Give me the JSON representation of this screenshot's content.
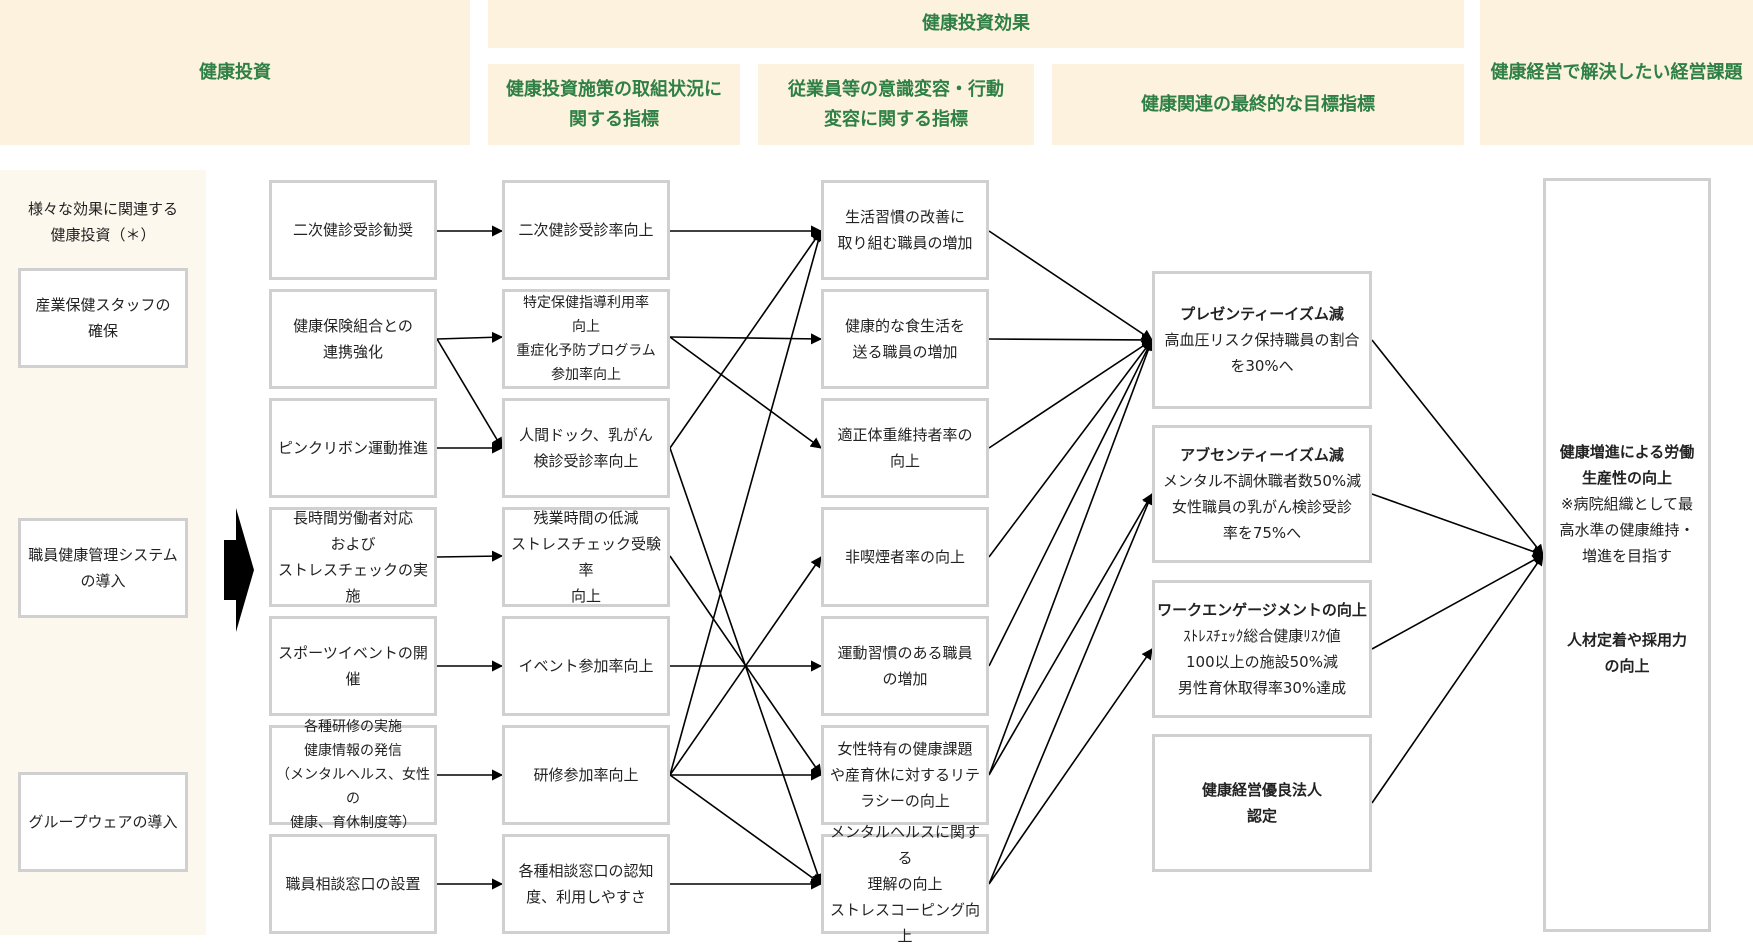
{
  "headers": {
    "investment": "健康投資",
    "effects": "健康投資効果",
    "measures": "健康投資施策の取組状況に\n関する指標",
    "awareness": "従業員等の意識変容・行動\n変容に関する指標",
    "final": "健康関連の最終的な目標指標",
    "issues": "健康経営で解決したい経営課題"
  },
  "left_panel": {
    "caption": "様々な効果に関連する\n健康投資（＊）",
    "items": [
      "産業保健スタッフの\n確保",
      "職員健康管理システム\nの導入",
      "グループウェアの導入"
    ]
  },
  "investments": [
    "二次健診受診勧奨",
    "健康保険組合との\n連携強化",
    "ピンクリボン運動推進",
    "長時間労働者対応\nおよび\nストレスチェックの実施",
    "スポーツイベントの開催",
    "各種研修の実施\n健康情報の発信\n（メンタルヘルス、女性の\n健康、育休制度等）",
    "職員相談窓口の設置"
  ],
  "measures": [
    "二次健診受診率向上",
    "特定保健指導利用率\n向上\n重症化予防プログラム\n参加率向上",
    "人間ドック、乳がん\n検診受診率向上",
    "残業時間の低減\nストレスチェック受験率\n向上",
    "イベント参加率向上",
    "研修参加率向上",
    "各種相談窓口の認知\n度、利用しやすさ"
  ],
  "awareness": [
    "生活習慣の改善に\n取り組む職員の増加",
    "健康的な食生活を\n送る職員の増加",
    "適正体重維持者率の\n向上",
    "非喫煙者率の向上",
    "運動習慣のある職員\nの増加",
    "女性特有の健康課題\nや産育休に対するリテ\nラシーの向上",
    "メンタルヘルスに関する\n理解の向上\nストレスコーピング向上"
  ],
  "final_goals": [
    {
      "title": "プレゼンティーイズム減",
      "body": "高血圧リスク保持職員の割合\nを30%へ"
    },
    {
      "title": "アブセンティーイズム減",
      "body": "メンタル不調休職者数50%減\n女性職員の乳がん検診受診\n率を75%へ"
    },
    {
      "title": "ワークエンゲージメントの向上",
      "body": "ｽﾄﾚｽﾁｪｯｸ総合健康ﾘｽｸ値\n100以上の施設50%減\n男性育休取得率30%達成"
    },
    {
      "title": "健康経営優良法人\n認定",
      "body": ""
    }
  ],
  "issues": {
    "title1": "健康増進による労働\n生産性の向上",
    "note1": "※病院組織として最\n高水準の健康維持・\n増進を目指す",
    "title2": "人材定着や採用力\nの向上"
  },
  "colors": {
    "header_bg": "#fdf2dd",
    "header_text": "#2e8046",
    "panel_bg": "#fdf8ee",
    "box_border": "#d0d0d0"
  }
}
